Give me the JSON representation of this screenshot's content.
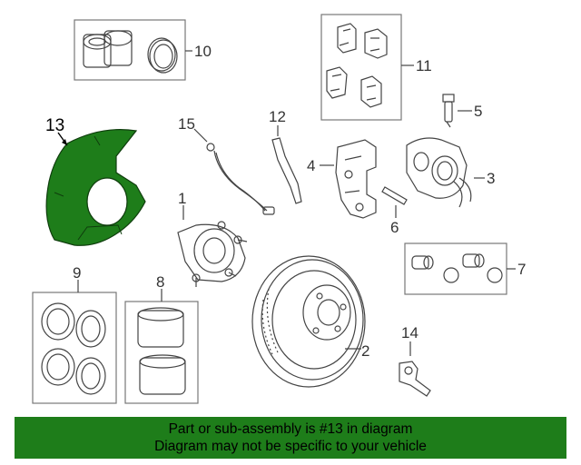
{
  "callouts": {
    "c1": "1",
    "c2": "2",
    "c3": "3",
    "c4": "4",
    "c5": "5",
    "c6": "6",
    "c7": "7",
    "c8": "8",
    "c9": "9",
    "c10": "10",
    "c11": "11",
    "c12": "12",
    "c13": "13",
    "c14": "14",
    "c15": "15"
  },
  "highlight_color": "#1e7d1a",
  "banner": {
    "line1": "Part or sub-assembly is #13 in diagram",
    "line2": "Diagram may not be specific to your vehicle"
  }
}
